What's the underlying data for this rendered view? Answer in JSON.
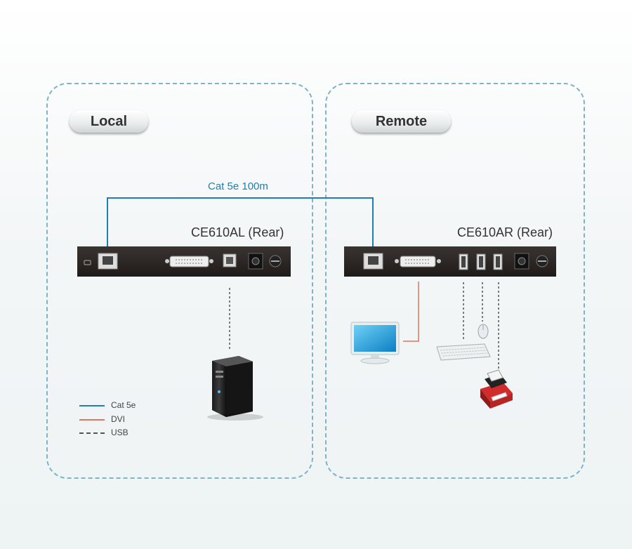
{
  "zones": {
    "local": {
      "title": "Local"
    },
    "remote": {
      "title": "Remote"
    }
  },
  "cable": {
    "label": "Cat 5e 100m"
  },
  "devices": {
    "local": {
      "name": "CE610AL (Rear)"
    },
    "remote": {
      "name": "CE610AR (Rear)"
    }
  },
  "legend": [
    {
      "label": "Cat 5e",
      "color": "#1f7fae",
      "style": "solid"
    },
    {
      "label": "DVI",
      "color": "#e0765e",
      "style": "solid"
    },
    {
      "label": "USB",
      "color": "#555555",
      "style": "dashed"
    }
  ],
  "colors": {
    "cat5e": "#1f7fae",
    "dvi": "#e0765e",
    "usb": "#555555",
    "zone_border": "#7fb3c9",
    "device_body": "#2a2522"
  },
  "icons": [
    "computer-tower-icon",
    "monitor-icon",
    "keyboard-icon",
    "mouse-icon",
    "printer-icon"
  ]
}
